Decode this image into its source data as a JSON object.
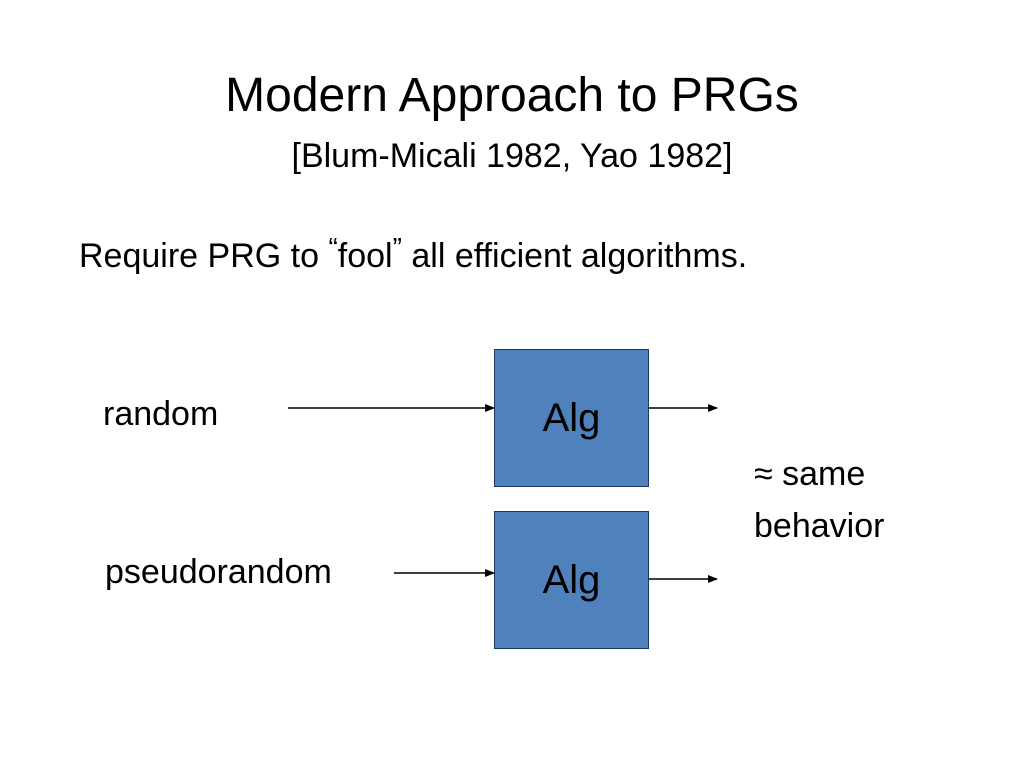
{
  "slide": {
    "title": "Modern Approach to PRGs",
    "subtitle": "[Blum-Micali 1982, Yao 1982]",
    "statement": {
      "before": "Require PRG to ",
      "open_quote": "“",
      "word": "fool",
      "close_quote": "”",
      "after": " all efficient algorithms."
    }
  },
  "diagram": {
    "input_top": "random",
    "input_bottom": "pseudorandom",
    "box_top_label": "Alg",
    "box_bottom_label": "Alg",
    "result_line1": "≈ same",
    "result_line2": "behavior",
    "box_color": "#4f81bd"
  }
}
